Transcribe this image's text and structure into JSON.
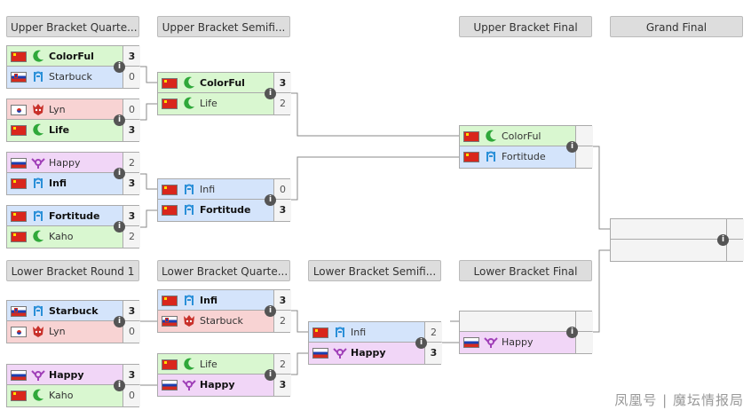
{
  "headers": {
    "ubqf": "Upper Bracket Quarte...",
    "ubsf": "Upper Bracket Semifi...",
    "ubf": "Upper Bracket Final",
    "gf": "Grand Final",
    "lbr1": "Lower Bracket Round 1",
    "lbqf": "Lower Bracket Quarte...",
    "lbsf": "Lower Bracket Semifi...",
    "lbf": "Lower Bracket Final"
  },
  "matches": {
    "ubqf1": {
      "t": {
        "flag": "cn",
        "race": "zerg",
        "name": "ColorFul",
        "score": "3",
        "win": true,
        "color": "green"
      },
      "b": {
        "flag": "si",
        "race": "protoss",
        "name": "Starbuck",
        "score": "0",
        "win": false,
        "color": "blue"
      }
    },
    "ubqf2": {
      "t": {
        "flag": "kr",
        "race": "terran",
        "name": "Lyn",
        "score": "0",
        "win": false,
        "color": "red"
      },
      "b": {
        "flag": "cn",
        "race": "zerg",
        "name": "Life",
        "score": "3",
        "win": true,
        "color": "green"
      }
    },
    "ubqf3": {
      "t": {
        "flag": "ru",
        "race": "random",
        "name": "Happy",
        "score": "2",
        "win": false,
        "color": "purple"
      },
      "b": {
        "flag": "cn",
        "race": "protoss",
        "name": "Infi",
        "score": "3",
        "win": true,
        "color": "blue"
      }
    },
    "ubqf4": {
      "t": {
        "flag": "cn",
        "race": "protoss",
        "name": "Fortitude",
        "score": "3",
        "win": true,
        "color": "blue"
      },
      "b": {
        "flag": "cn",
        "race": "zerg",
        "name": "Kaho",
        "score": "2",
        "win": false,
        "color": "green"
      }
    },
    "ubsf1": {
      "t": {
        "flag": "cn",
        "race": "zerg",
        "name": "ColorFul",
        "score": "3",
        "win": true,
        "color": "green"
      },
      "b": {
        "flag": "cn",
        "race": "zerg",
        "name": "Life",
        "score": "2",
        "win": false,
        "color": "green"
      }
    },
    "ubsf2": {
      "t": {
        "flag": "cn",
        "race": "protoss",
        "name": "Infi",
        "score": "0",
        "win": false,
        "color": "blue"
      },
      "b": {
        "flag": "cn",
        "race": "protoss",
        "name": "Fortitude",
        "score": "3",
        "win": true,
        "color": "blue"
      }
    },
    "ubf": {
      "t": {
        "flag": "cn",
        "race": "zerg",
        "name": "ColorFul",
        "score": "",
        "win": false,
        "color": "green"
      },
      "b": {
        "flag": "cn",
        "race": "protoss",
        "name": "Fortitude",
        "score": "",
        "win": false,
        "color": "blue"
      }
    },
    "gf": {
      "t": {
        "flag": "",
        "race": "",
        "name": "",
        "score": "",
        "win": false,
        "color": "empty"
      },
      "b": {
        "flag": "",
        "race": "",
        "name": "",
        "score": "",
        "win": false,
        "color": "empty"
      }
    },
    "lbr1a": {
      "t": {
        "flag": "si",
        "race": "protoss",
        "name": "Starbuck",
        "score": "3",
        "win": true,
        "color": "blue"
      },
      "b": {
        "flag": "kr",
        "race": "terran",
        "name": "Lyn",
        "score": "0",
        "win": false,
        "color": "red"
      }
    },
    "lbr1b": {
      "t": {
        "flag": "ru",
        "race": "random",
        "name": "Happy",
        "score": "3",
        "win": true,
        "color": "purple"
      },
      "b": {
        "flag": "cn",
        "race": "zerg",
        "name": "Kaho",
        "score": "0",
        "win": false,
        "color": "green"
      }
    },
    "lbqf1": {
      "t": {
        "flag": "cn",
        "race": "protoss",
        "name": "Infi",
        "score": "3",
        "win": true,
        "color": "blue"
      },
      "b": {
        "flag": "si",
        "race": "terran",
        "name": "Starbuck",
        "score": "2",
        "win": false,
        "color": "red"
      }
    },
    "lbqf2": {
      "t": {
        "flag": "cn",
        "race": "zerg",
        "name": "Life",
        "score": "2",
        "win": false,
        "color": "green"
      },
      "b": {
        "flag": "ru",
        "race": "random",
        "name": "Happy",
        "score": "3",
        "win": true,
        "color": "purple"
      }
    },
    "lbsf": {
      "t": {
        "flag": "cn",
        "race": "protoss",
        "name": "Infi",
        "score": "2",
        "win": false,
        "color": "blue"
      },
      "b": {
        "flag": "ru",
        "race": "random",
        "name": "Happy",
        "score": "3",
        "win": true,
        "color": "purple"
      }
    },
    "lbf": {
      "t": {
        "flag": "",
        "race": "",
        "name": "",
        "score": "",
        "win": false,
        "color": "empty"
      },
      "b": {
        "flag": "ru",
        "race": "random",
        "name": "Happy",
        "score": "",
        "win": false,
        "color": "purple"
      }
    }
  },
  "info_glyph": "i",
  "watermark": "凤凰号 | 魔坛情报局",
  "colors": {
    "line": "#8a8a8a",
    "green": "#d9f7d0",
    "blue": "#d4e4fb",
    "red": "#f8d3d3",
    "purple": "#f1d6f7"
  }
}
